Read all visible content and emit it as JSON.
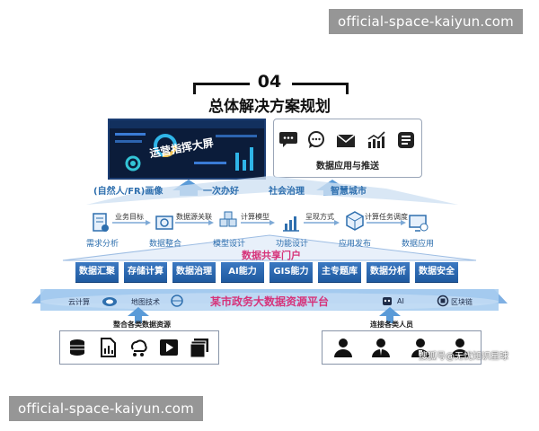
{
  "watermark_top": "official-space-kaiyun.com",
  "watermark_bottom": "official-space-kaiyun.com",
  "title": {
    "number": "04",
    "text": "总体解决方案规划"
  },
  "screen_label": "运营指挥大屏",
  "app_box_label": "数据应用与推送",
  "top_labels": [
    "(自然人/FR)画像",
    "一次办好",
    "社会治理",
    "智慧城市"
  ],
  "steps": [
    "需求分析",
    "数据整合",
    "模型设计",
    "功能设计",
    "应用发布",
    "数据应用"
  ],
  "step_connectors": [
    "业务目标",
    "数据源关联",
    "计算模型",
    "呈现方式",
    "计算任务调度"
  ],
  "portal_label": "数据共享门户",
  "capabilities": [
    "数据汇聚",
    "存储计算",
    "数据治理",
    "AI能力",
    "GIS能力",
    "主专题库",
    "数据分析",
    "数据安全"
  ],
  "platform_label": "某市政务大数据资源平台",
  "platform_left": [
    "云计算",
    "地图技术"
  ],
  "platform_right": [
    "AI",
    "区块链"
  ],
  "bottom_left_label": "整合各类数据资源",
  "bottom_right_label": "连接各类人员",
  "source_label": "搜狐号@无忧知识星球",
  "colors": {
    "accent_blue": "#2e6fae",
    "capability_blue": "#1f5aa0",
    "pink": "#d6337a"
  }
}
